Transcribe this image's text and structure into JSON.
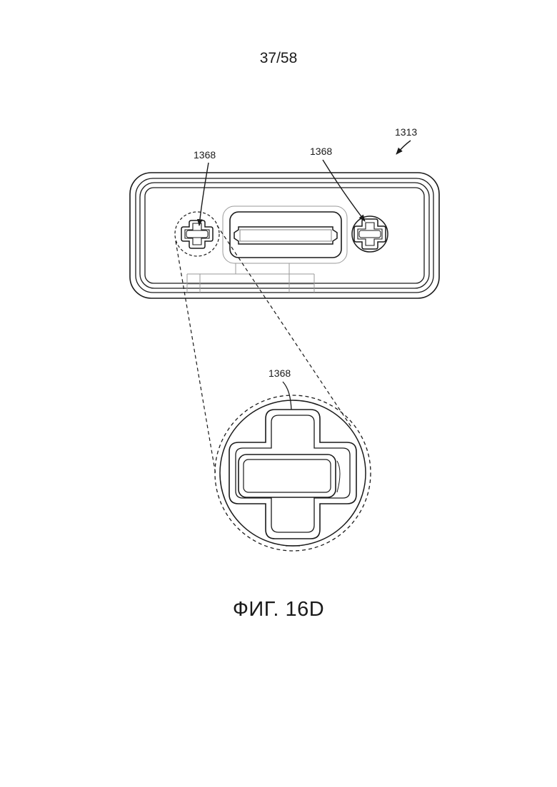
{
  "sheet": {
    "page_number": "37/58"
  },
  "figure": {
    "caption": "ФИГ. 16D"
  },
  "labels": {
    "assembly": "1313",
    "feature_left": "1368",
    "feature_right": "1368",
    "feature_detail": "1368"
  },
  "colors": {
    "line": "#1a1a1a",
    "faint_line": "#9a9a9a",
    "background": "#ffffff"
  }
}
